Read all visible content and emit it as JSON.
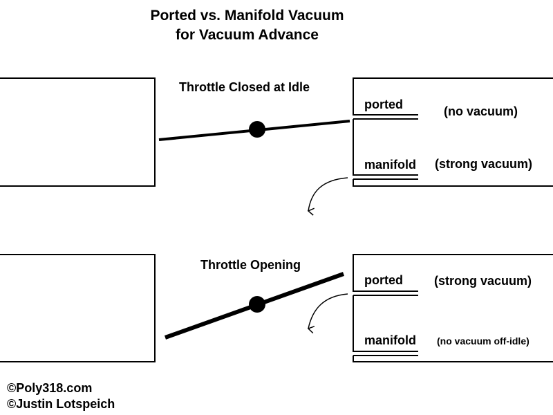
{
  "title": {
    "line1": "Ported vs. Manifold Vacuum",
    "line2": "for Vacuum Advance"
  },
  "top_panel": {
    "caption": "Throttle Closed at Idle",
    "ported_label": "ported",
    "ported_state": "(no vacuum)",
    "manifold_label": "manifold",
    "manifold_state": "(strong vacuum)"
  },
  "bottom_panel": {
    "caption": "Throttle Opening",
    "ported_label": "ported",
    "ported_state": "(strong vacuum)",
    "manifold_label": "manifold",
    "manifold_state": "(no vacuum off-idle)"
  },
  "credits": {
    "line1": "©Poly318.com",
    "line2": "©Justin Lotspeich"
  }
}
